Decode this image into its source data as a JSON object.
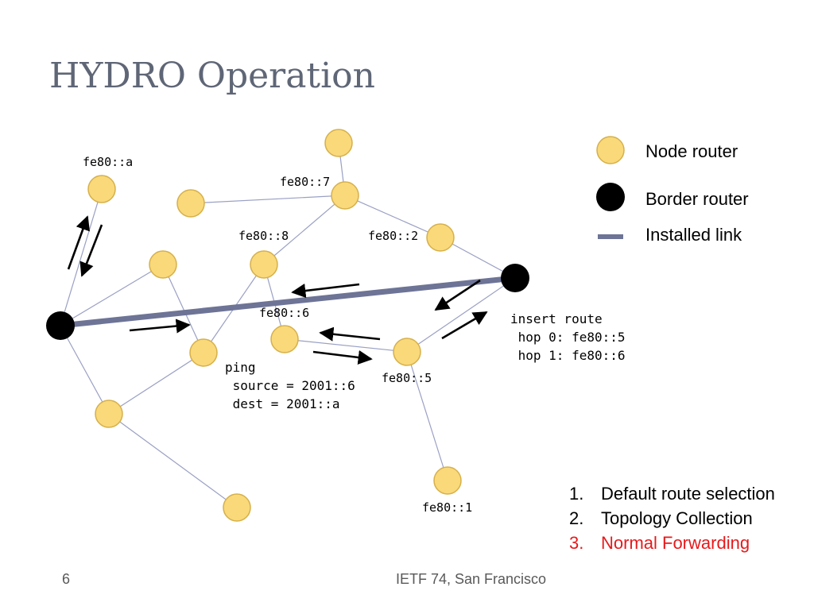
{
  "title": "HYDRO Operation",
  "node_labels": {
    "a": "fe80::a",
    "n7": "fe80::7",
    "n8": "fe80::8",
    "n2": "fe80::2",
    "n6": "fe80::6",
    "n5": "fe80::5",
    "n1": "fe80::1"
  },
  "legend": {
    "node_router": "Node router",
    "border_router": "Border router",
    "installed_link": "Installed link"
  },
  "ping_block": "ping\n source = 2001::6\n dest = 2001::a",
  "insert_route_block": "insert route\n hop 0: fe80::5\n hop 1: fe80::6",
  "steps": [
    {
      "num": "1.",
      "label": "Default route selection"
    },
    {
      "num": "2.",
      "label": "Topology Collection"
    },
    {
      "num": "3.",
      "label": "Normal Forwarding"
    }
  ],
  "footer": {
    "page_number": "6",
    "event": "IETF 74, San Francisco"
  },
  "colors": {
    "node_fill": "#f9d97a",
    "node_stroke": "#d6b04a",
    "border_router": "#000000",
    "link": "#9aa0c4",
    "installed_link": "#6d7496",
    "highlight": "#e8191b",
    "title": "#5f6676"
  }
}
